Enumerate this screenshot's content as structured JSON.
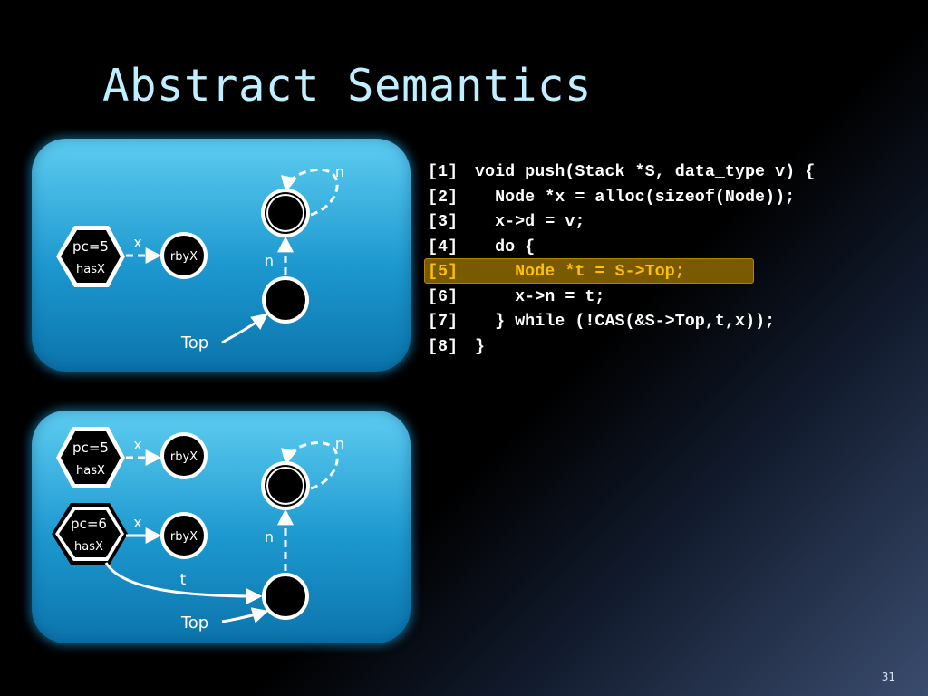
{
  "slide": {
    "title": "Abstract Semantics",
    "page_number": "31"
  },
  "code": [
    {
      "num": "[1]",
      "text": "void push(Stack *S, data_type v) {",
      "highlight": false
    },
    {
      "num": "[2]",
      "text": "  Node *x = alloc(sizeof(Node));",
      "highlight": false
    },
    {
      "num": "[3]",
      "text": "  x->d = v;",
      "highlight": false
    },
    {
      "num": "[4]",
      "text": "  do {",
      "highlight": false
    },
    {
      "num": "[5]",
      "text": "    Node *t = S->Top;",
      "highlight": true
    },
    {
      "num": "[6]",
      "text": "    x->n = t;",
      "highlight": false
    },
    {
      "num": "[7]",
      "text": "  } while (!CAS(&S->Top,t,x));",
      "highlight": false
    },
    {
      "num": "[8]",
      "text": "}",
      "highlight": false
    }
  ],
  "diagram1": {
    "thread": {
      "pc": "pc=5",
      "flag": "hasX"
    },
    "x_edge": "x",
    "x_node": "rbyX",
    "self_loop": "n",
    "next_edge": "n",
    "top_label": "Top"
  },
  "diagram2": {
    "thread1": {
      "pc": "pc=5",
      "flag": "hasX"
    },
    "thread2": {
      "pc": "pc=6",
      "flag": "hasX"
    },
    "x_edge_1": "x",
    "x_edge_2": "x",
    "x_node_1": "rbyX",
    "x_node_2": "rbyX",
    "self_loop": "n",
    "next_edge": "n",
    "t_edge": "t",
    "top_label": "Top"
  },
  "colors": {
    "title": "#bfefff",
    "highlight_text": "#ffc000",
    "highlight_bg": "#7a5a00",
    "panel_top": "#5ecdf1",
    "panel_bottom": "#0b74ab"
  }
}
